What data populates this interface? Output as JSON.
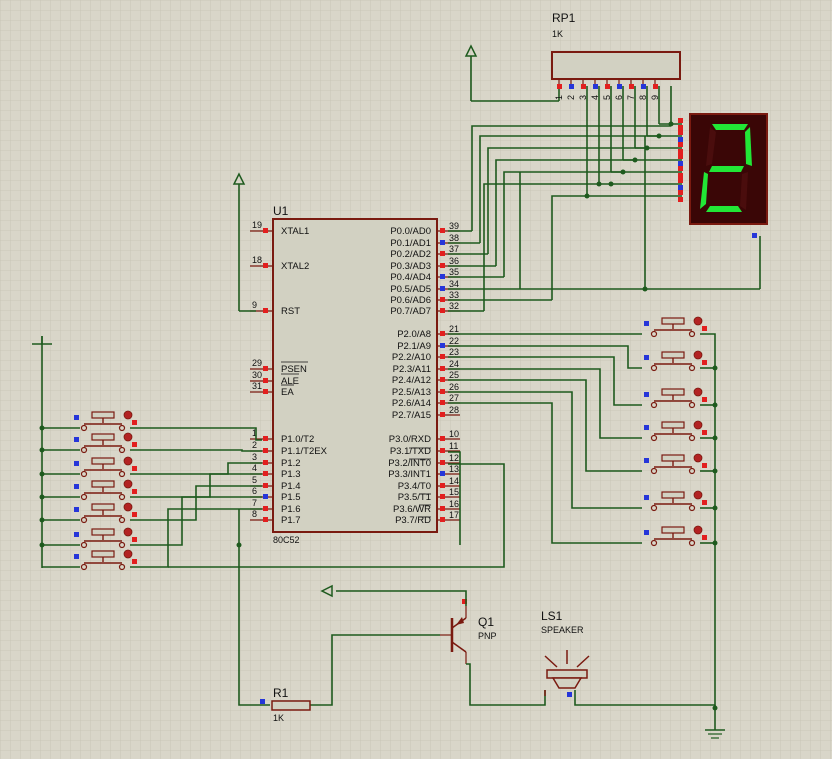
{
  "u1": {
    "ref": "U1",
    "part": "80C52",
    "left_pins": [
      {
        "num": "19",
        "name": "XTAL1"
      },
      {
        "num": "18",
        "name": "XTAL2"
      },
      {
        "num": "9",
        "name": "RST"
      },
      {
        "num": "29",
        "name": "PSEN"
      },
      {
        "num": "30",
        "name": "ALE"
      },
      {
        "num": "31",
        "name": "EA"
      },
      {
        "num": "1",
        "name": "P1.0/T2"
      },
      {
        "num": "2",
        "name": "P1.1/T2EX"
      },
      {
        "num": "3",
        "name": "P1.2"
      },
      {
        "num": "4",
        "name": "P1.3"
      },
      {
        "num": "5",
        "name": "P1.4"
      },
      {
        "num": "6",
        "name": "P1.5"
      },
      {
        "num": "7",
        "name": "P1.6"
      },
      {
        "num": "8",
        "name": "P1.7"
      }
    ],
    "right_pins": [
      {
        "num": "39",
        "name": "P0.0/AD0"
      },
      {
        "num": "38",
        "name": "P0.1/AD1"
      },
      {
        "num": "37",
        "name": "P0.2/AD2"
      },
      {
        "num": "36",
        "name": "P0.3/AD3"
      },
      {
        "num": "35",
        "name": "P0.4/AD4"
      },
      {
        "num": "34",
        "name": "P0.5/AD5"
      },
      {
        "num": "33",
        "name": "P0.6/AD6"
      },
      {
        "num": "32",
        "name": "P0.7/AD7"
      },
      {
        "num": "21",
        "name": "P2.0/A8"
      },
      {
        "num": "22",
        "name": "P2.1/A9"
      },
      {
        "num": "23",
        "name": "P2.2/A10"
      },
      {
        "num": "24",
        "name": "P2.3/A11"
      },
      {
        "num": "25",
        "name": "P2.4/A12"
      },
      {
        "num": "26",
        "name": "P2.5/A13"
      },
      {
        "num": "27",
        "name": "P2.6/A14"
      },
      {
        "num": "28",
        "name": "P2.7/A15"
      },
      {
        "num": "10",
        "name": "P3.0/RXD"
      },
      {
        "num": "11",
        "name": "P3.1/TXD"
      },
      {
        "num": "12",
        "name": "P3.2/INT0"
      },
      {
        "num": "13",
        "name": "P3.3/INT1"
      },
      {
        "num": "14",
        "name": "P3.4/T0"
      },
      {
        "num": "15",
        "name": "P3.5/T1"
      },
      {
        "num": "16",
        "name": "P3.6/WR"
      },
      {
        "num": "17",
        "name": "P3.7/RD"
      }
    ]
  },
  "rp1": {
    "ref": "RP1",
    "value": "1K",
    "pins": [
      "1",
      "2",
      "3",
      "4",
      "5",
      "6",
      "7",
      "8",
      "9"
    ]
  },
  "q1": {
    "ref": "Q1",
    "type": "PNP"
  },
  "ls1": {
    "ref": "LS1",
    "type": "SPEAKER"
  },
  "r1": {
    "ref": "R1",
    "value": "1K"
  },
  "display": {
    "digit": "2",
    "segment_on": "#22e636",
    "segment_off": "#4a0d0d",
    "background": "#3a0606"
  },
  "colors": {
    "background": "#d9d6c9",
    "grid": "#c7c4b6",
    "wire": "#1e5a1e",
    "component": "#7a1a10",
    "pin_high": "#e21f1f",
    "pin_low": "#2636d9"
  },
  "icons": [
    "power-terminal-icon",
    "ground-terminal-icon",
    "pushbutton-icon",
    "speaker-icon",
    "transistor-icon"
  ]
}
